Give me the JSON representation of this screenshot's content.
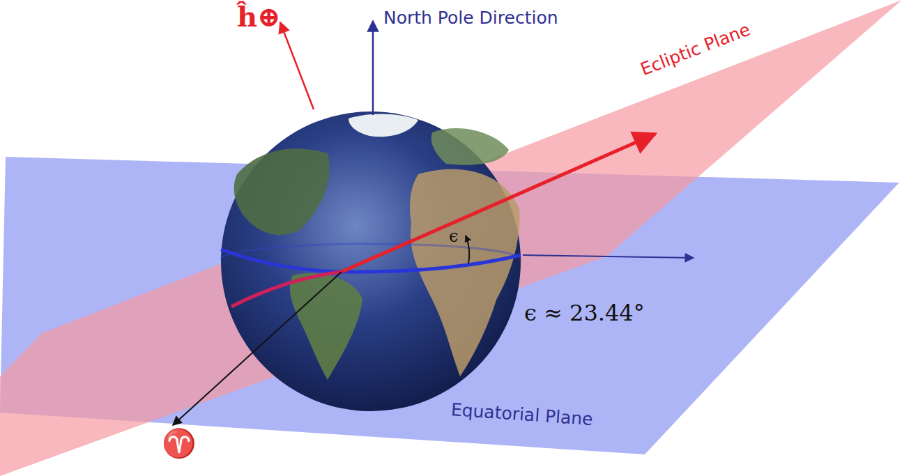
{
  "diagram": {
    "labels": [
      "ĥ⊕",
      "North Pole Direction",
      "Ecliptic Plane",
      "ϵ",
      "ϵ ≈ 23.44°",
      "Equatorial Plane",
      "♈"
    ]
  }
}
